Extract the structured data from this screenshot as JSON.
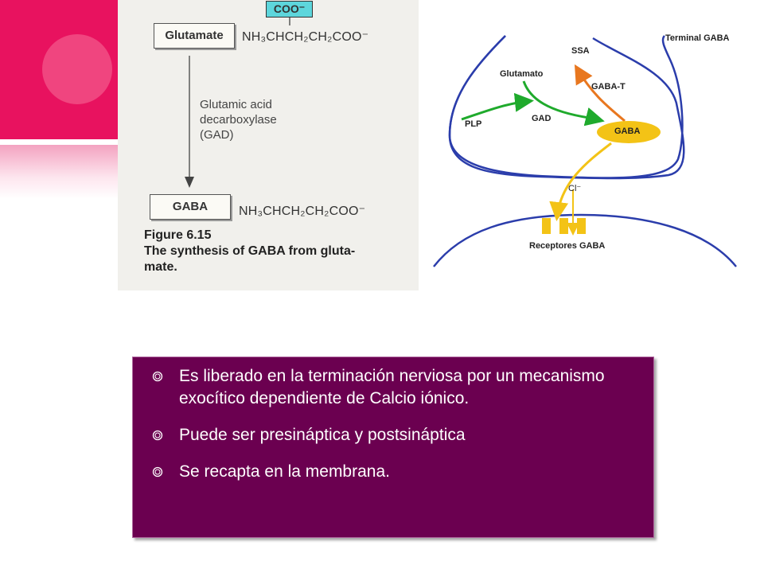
{
  "left_figure": {
    "coo_label": "COO⁻",
    "glutamate_label": "Glutamate",
    "glutamate_formula": "NH₃CHCH₂CH₂COO⁻",
    "enzyme_lines": [
      "Glutamic acid",
      "decarboxylase",
      "(GAD)"
    ],
    "gaba_label": "GABA",
    "gaba_formula": "NH₃CHCH₂CH₂COO⁻",
    "caption_lines": [
      "Figure 6.15",
      "The synthesis of GABA from gluta-",
      "mate."
    ]
  },
  "right_figure": {
    "terminal_label": "Terminal GABA",
    "ssa_label": "SSA",
    "glutamato_label": "Glutamato",
    "gabat_label": "GABA-T",
    "plp_label": "PLP",
    "gad_label": "GAD",
    "gaba_label": "GABA",
    "cl_label": "Cl⁻",
    "receptores_label": "Receptores GABA",
    "colors": {
      "membrane": "#2b3dab",
      "green": "#1faa2c",
      "orange": "#e8771f",
      "yellow": "#f3c316"
    }
  },
  "bullets": [
    "Es liberado en la terminación nerviosa por un mecanismo exocítico dependiente de Calcio iónico.",
    "Puede ser presináptica y postsináptica",
    "Se recapta en la membrana."
  ],
  "colors": {
    "accent": "#e8125f",
    "panel": "#6b0050"
  }
}
